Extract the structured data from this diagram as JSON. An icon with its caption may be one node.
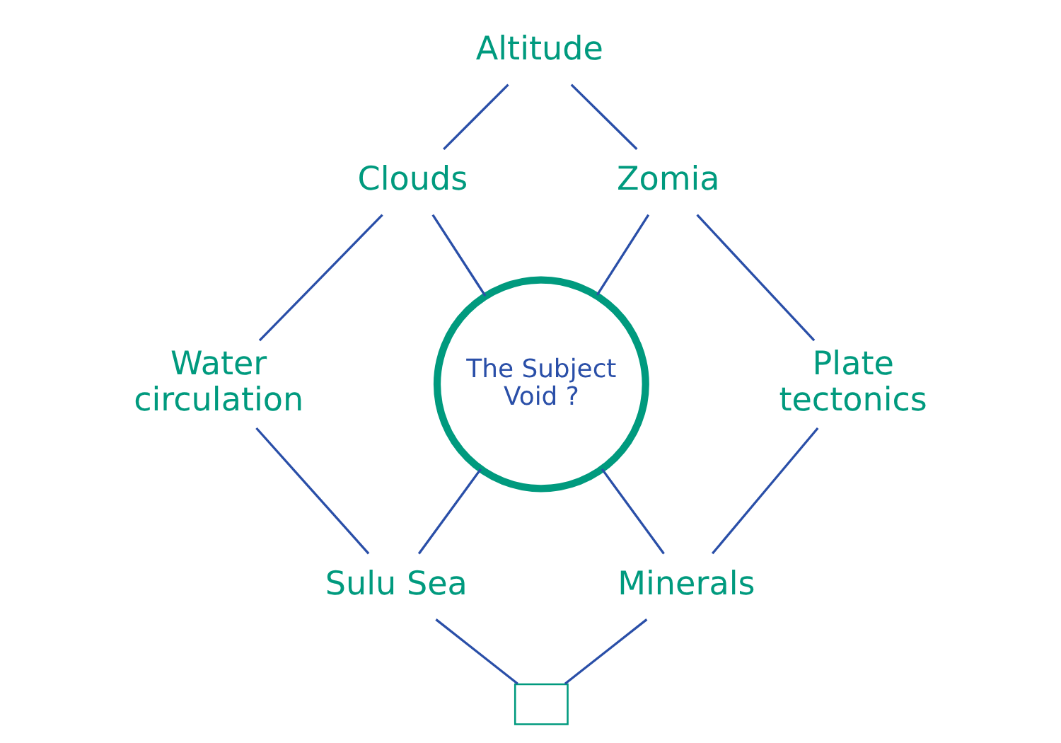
{
  "diagram": {
    "nodes": [
      {
        "text": [
          "Altitude"
        ]
      },
      {
        "text": [
          "Clouds"
        ]
      },
      {
        "text": [
          "Zomia"
        ]
      },
      {
        "text": [
          "Water circulation"
        ]
      },
      {
        "text": [
          "The Subject Void ?"
        ]
      },
      {
        "text": [
          "Plate tectonics"
        ]
      },
      {
        "text": [
          "Sulu Sea"
        ]
      },
      {
        "text": [
          "Minerals"
        ]
      },
      {
        "text": [],
        "shape": "box"
      }
    ],
    "edges": [
      {
        "from": 0,
        "to": 1,
        "arrow": "none"
      },
      {
        "from": 0,
        "to": 2,
        "arrow": "none"
      },
      {
        "from": 1,
        "to": 3,
        "arrow": "none"
      },
      {
        "from": 1,
        "to": 4,
        "arrow": "none"
      },
      {
        "from": 2,
        "to": 4,
        "arrow": "none"
      },
      {
        "from": 2,
        "to": 5,
        "arrow": "none"
      },
      {
        "from": 3,
        "to": 6,
        "arrow": "none"
      },
      {
        "from": 4,
        "to": 6,
        "arrow": "none"
      },
      {
        "from": 4,
        "to": 7,
        "arrow": "none"
      },
      {
        "from": 5,
        "to": 7,
        "arrow": "none"
      },
      {
        "from": 6,
        "to": 8,
        "arrow": "none"
      },
      {
        "from": 7,
        "to": 8,
        "arrow": "none"
      }
    ]
  }
}
